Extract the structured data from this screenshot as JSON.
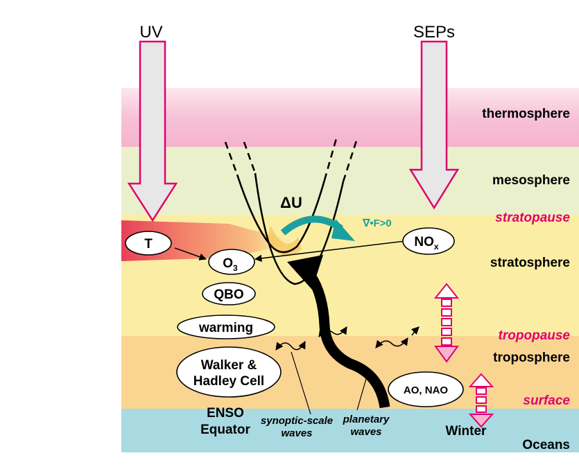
{
  "top_labels": {
    "uv": "UV",
    "seps": "SEPs"
  },
  "layers": {
    "thermosphere": "thermosphere",
    "mesosphere": "mesosphere",
    "stratopause": "stratopause",
    "stratosphere": "stratosphere",
    "tropopause": "tropopause",
    "troposphere": "troposphere",
    "surface": "surface",
    "oceans": "Oceans"
  },
  "nodes": {
    "temperature": "T",
    "ozone_base": "O",
    "ozone_sub": "3",
    "nox_base": "NO",
    "nox_sub": "x",
    "qbo": "QBO",
    "warming": "warming",
    "walker_line1": "Walker &",
    "walker_line2": "Hadley Cell",
    "ao_nao": "AO, NAO"
  },
  "annotations": {
    "delta_u": "ΔU",
    "flux_divergence": "∇•F>0",
    "enso": "ENSO",
    "equator": "Equator",
    "synoptic_line1": "synoptic-scale",
    "synoptic_line2": "waves",
    "planetary_line1": "planetary",
    "planetary_line2": "waves",
    "winter": "Winter"
  },
  "colors": {
    "thermosphere": "#f7c6d8",
    "mesosphere": "#eaf0cc",
    "stratosphere": "#fbeea4",
    "troposphere": "#fad592",
    "oceans": "#a9d9e1",
    "accent_magenta": "#e0006e",
    "flux_arrow": "#1aa0a0"
  }
}
